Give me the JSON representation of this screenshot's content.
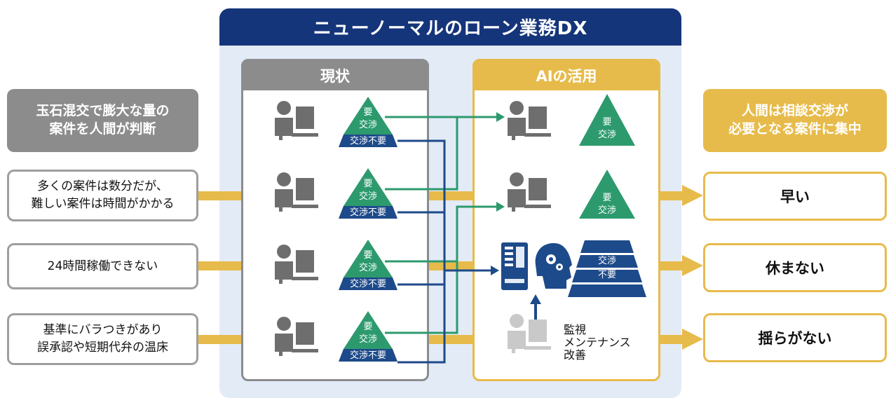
{
  "title": "ニューノーマルのローン業務DX",
  "current": {
    "header": "現状",
    "tag_top": "要",
    "tag_bottom": "交渉",
    "tag_band": "交渉不要"
  },
  "ai": {
    "header": "AIの活用",
    "tri_top": "要",
    "tri_bottom": "交渉",
    "stack_top": "交渉",
    "stack_bottom": "不要",
    "maintenance": "監視\nメンテナンス\n改善"
  },
  "left": {
    "header": "玉石混交で膨大な量の\n案件を人間が判断",
    "items": [
      "多くの案件は数分だが、\n難しい案件は時間がかかる",
      "24時間稼働できない",
      "基準にバラつきがあり\n誤承認や短期代弁の温床"
    ]
  },
  "right": {
    "header": "人間は相談交渉が\n必要となる案件に集中",
    "items": [
      "早い",
      "休まない",
      "揺らがない"
    ]
  },
  "colors": {
    "navy": "#15357a",
    "light_blue": "#e3ebf7",
    "gray": "#8c8c8c",
    "gold": "#e7bb4b",
    "green": "#2d9a6e",
    "blue_line": "#1d4a8a"
  }
}
